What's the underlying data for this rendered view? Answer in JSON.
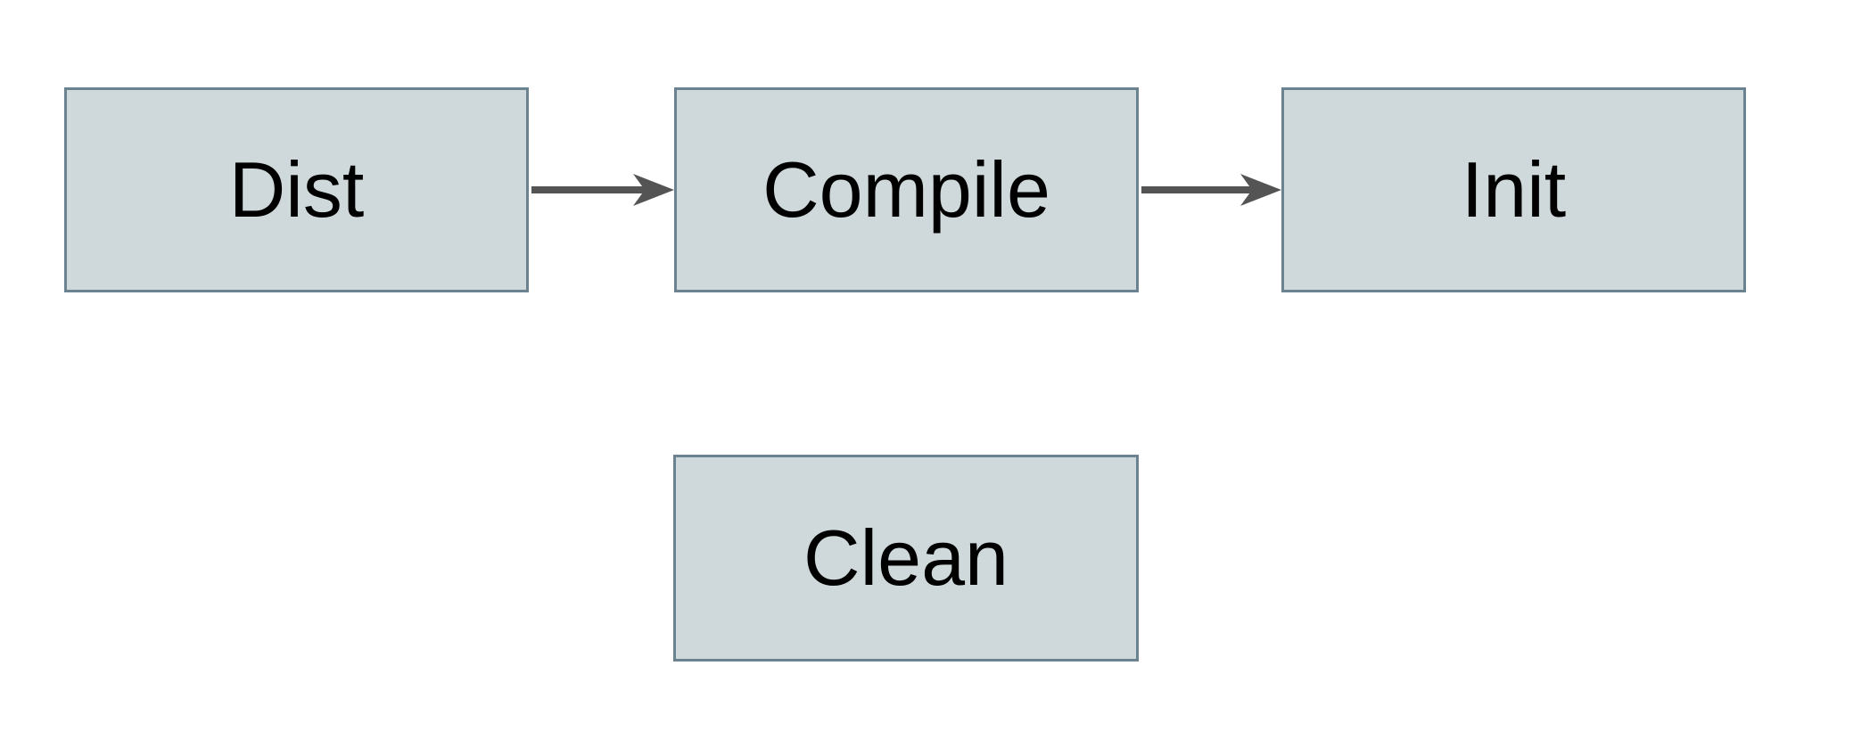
{
  "diagram": {
    "type": "flowchart",
    "colors": {
      "background": "#ffffff",
      "node_fill": "#cfd8da",
      "node_border": "#6b8290",
      "arrow": "#545454",
      "text": "#000000"
    },
    "nodes": [
      {
        "id": "dist",
        "label": "Dist"
      },
      {
        "id": "compile",
        "label": "Compile"
      },
      {
        "id": "init",
        "label": "Init"
      },
      {
        "id": "clean",
        "label": "Clean"
      }
    ],
    "edges": [
      {
        "from": "dist",
        "to": "compile"
      },
      {
        "from": "compile",
        "to": "init"
      }
    ]
  }
}
